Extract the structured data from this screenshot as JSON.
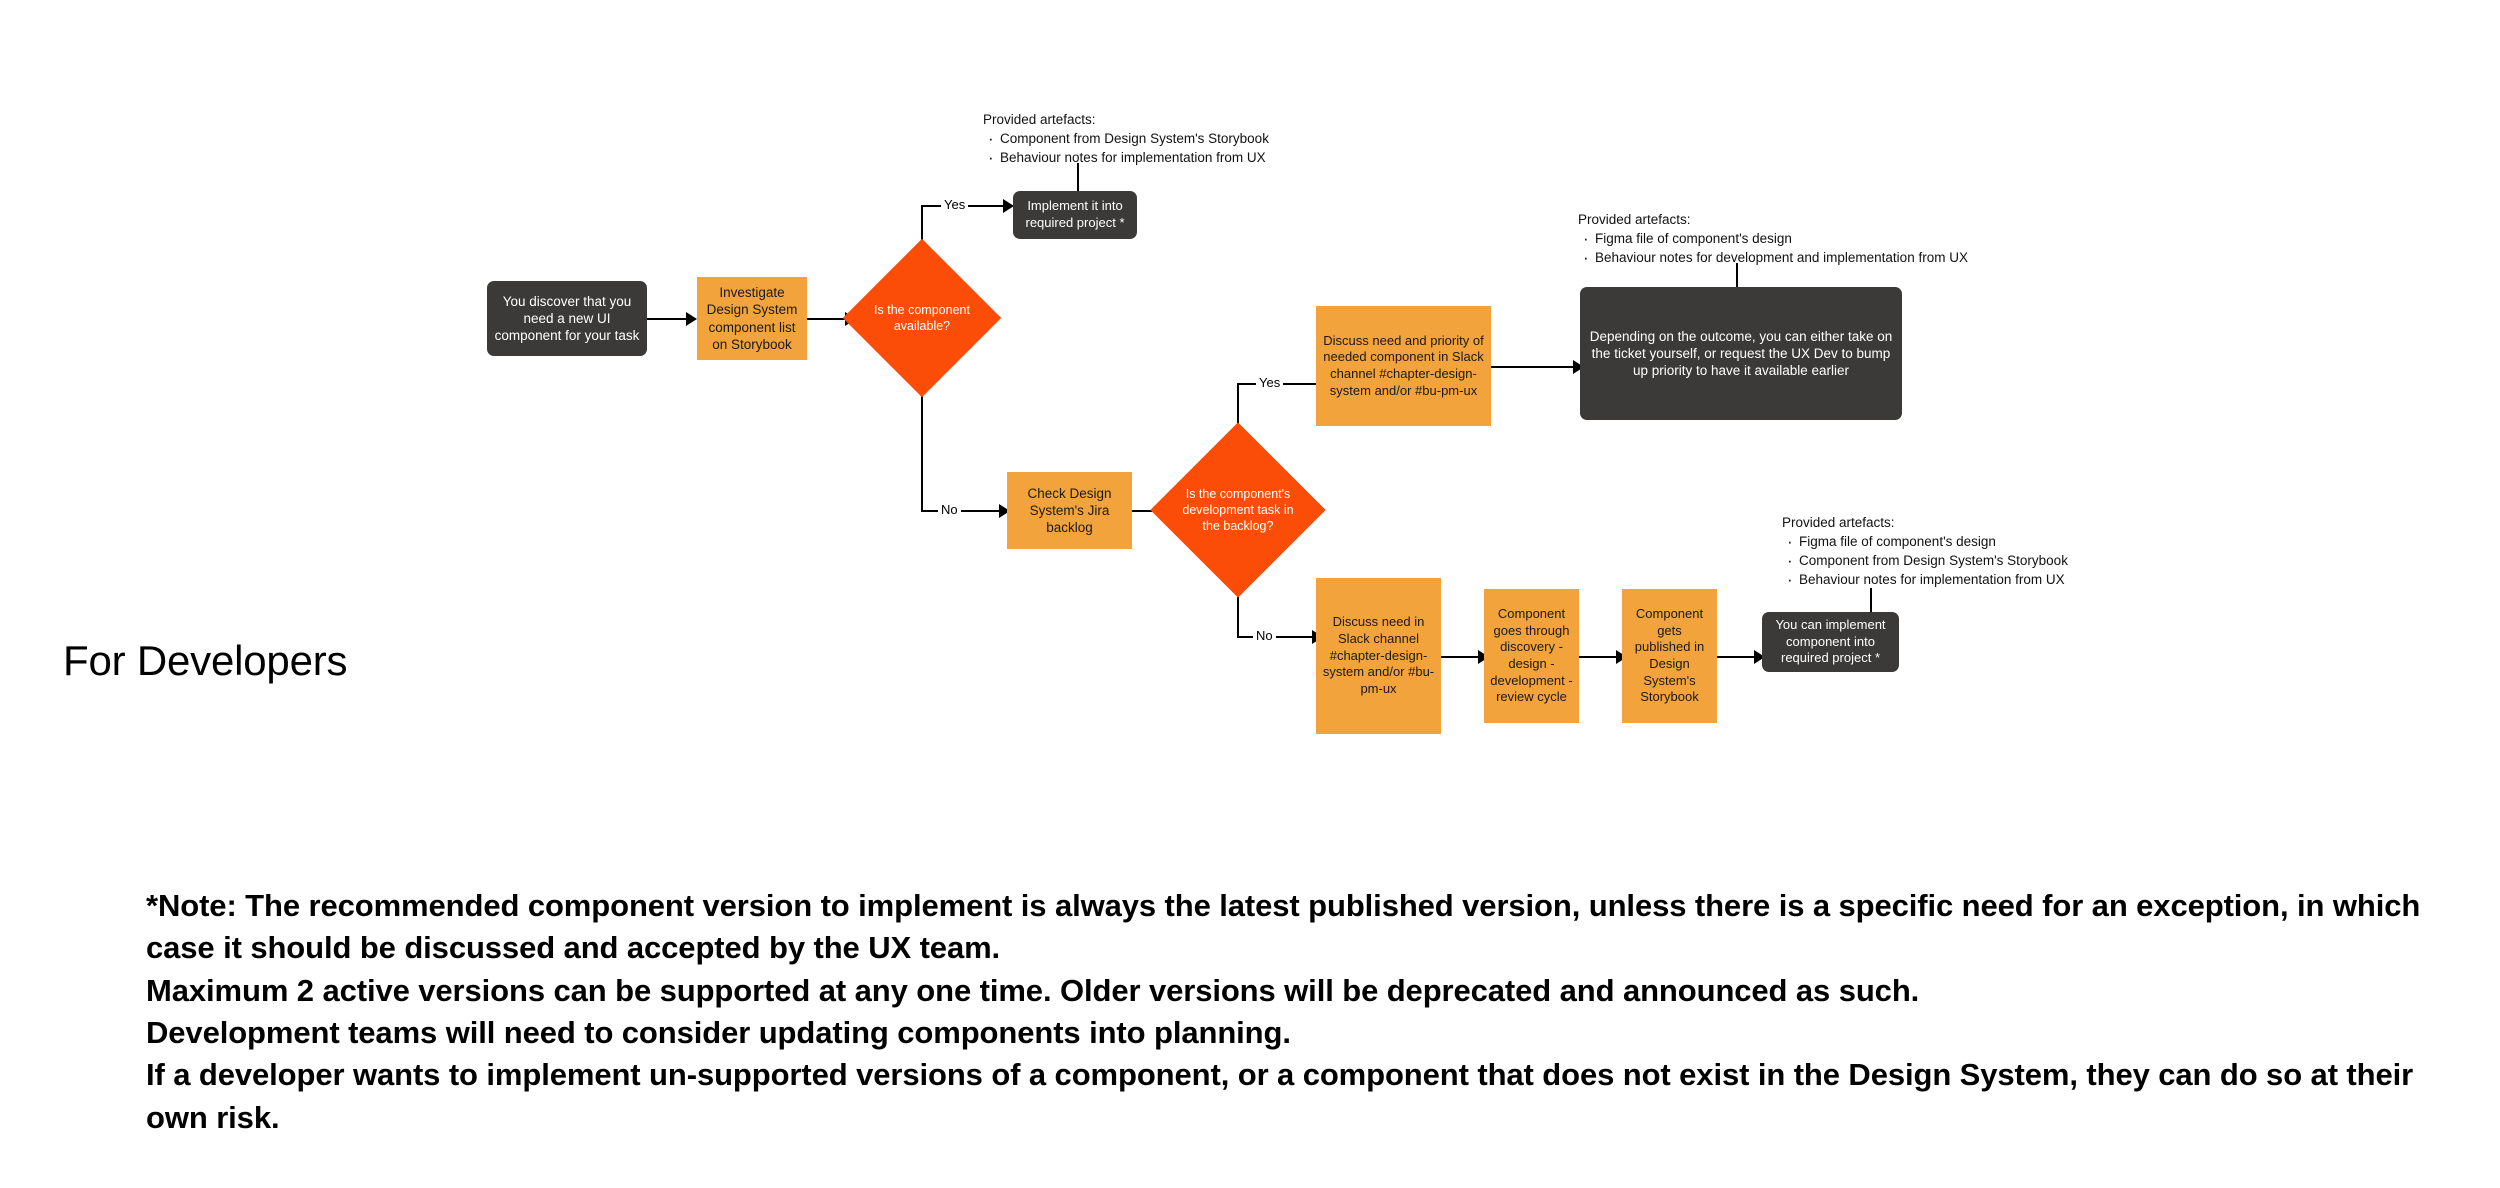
{
  "section_title": "For Developers",
  "colors": {
    "dark_node": "#3b3a38",
    "orange_node": "#f2a33c",
    "decision_diamond": "#fb4c08",
    "connector": "#000000",
    "background": "#ffffff"
  },
  "nodes": {
    "start": "You discover that you need a new UI component for your task",
    "investigate": "Investigate Design System component list on Storybook",
    "decision_available": "Is the component available?",
    "implement_it": "Implement it into required project *",
    "check_jira": "Check Design System's Jira backlog",
    "decision_backlog": "Is the component's development task in the backlog?",
    "discuss_priority": "Discuss need and priority of needed component in Slack channel #chapter-design-system and/or #bu-pm-ux",
    "depending_outcome": "Depending on the outcome, you can either take on the ticket yourself, or request the UX Dev to bump up priority to have it available earlier",
    "discuss_need": "Discuss need in Slack channel #chapter-design-system and/or #bu-pm-ux",
    "discovery_cycle": "Component goes through discovery - design - development - review cycle",
    "published": "Component gets published in Design System's Storybook",
    "you_can_implement": "You can implement component into required project *"
  },
  "edge_labels": {
    "available_yes": "Yes",
    "available_no": "No",
    "backlog_yes": "Yes",
    "backlog_no": "No"
  },
  "notes": [
    {
      "id": "note-implement",
      "heading": "Provided artefacts:",
      "items": [
        "Component from Design System's Storybook",
        "Behaviour notes for implementation from UX"
      ]
    },
    {
      "id": "note-outcome",
      "heading": "Provided artefacts:",
      "items": [
        "Figma file of component's design",
        "Behaviour notes for development and implementation from UX"
      ]
    },
    {
      "id": "note-final",
      "heading": "Provided artefacts:",
      "items": [
        "Figma file of component's design",
        "Component from Design System's Storybook",
        "Behaviour notes for implementation from UX"
      ]
    }
  ],
  "footnote": {
    "line1": "*Note: The recommended component version to implement is always the latest published version, unless there is a specific need for an exception, in which case it should be discussed and accepted by the UX team.",
    "line2": "Maximum 2 active versions can be supported at any one time. Older versions will be deprecated and announced as such.",
    "line3": "Development teams will need to consider updating components into planning.",
    "line4": "If a developer wants to implement un-supported versions of a component, or a component that does not exist in the Design System, they can do so at their own risk."
  }
}
